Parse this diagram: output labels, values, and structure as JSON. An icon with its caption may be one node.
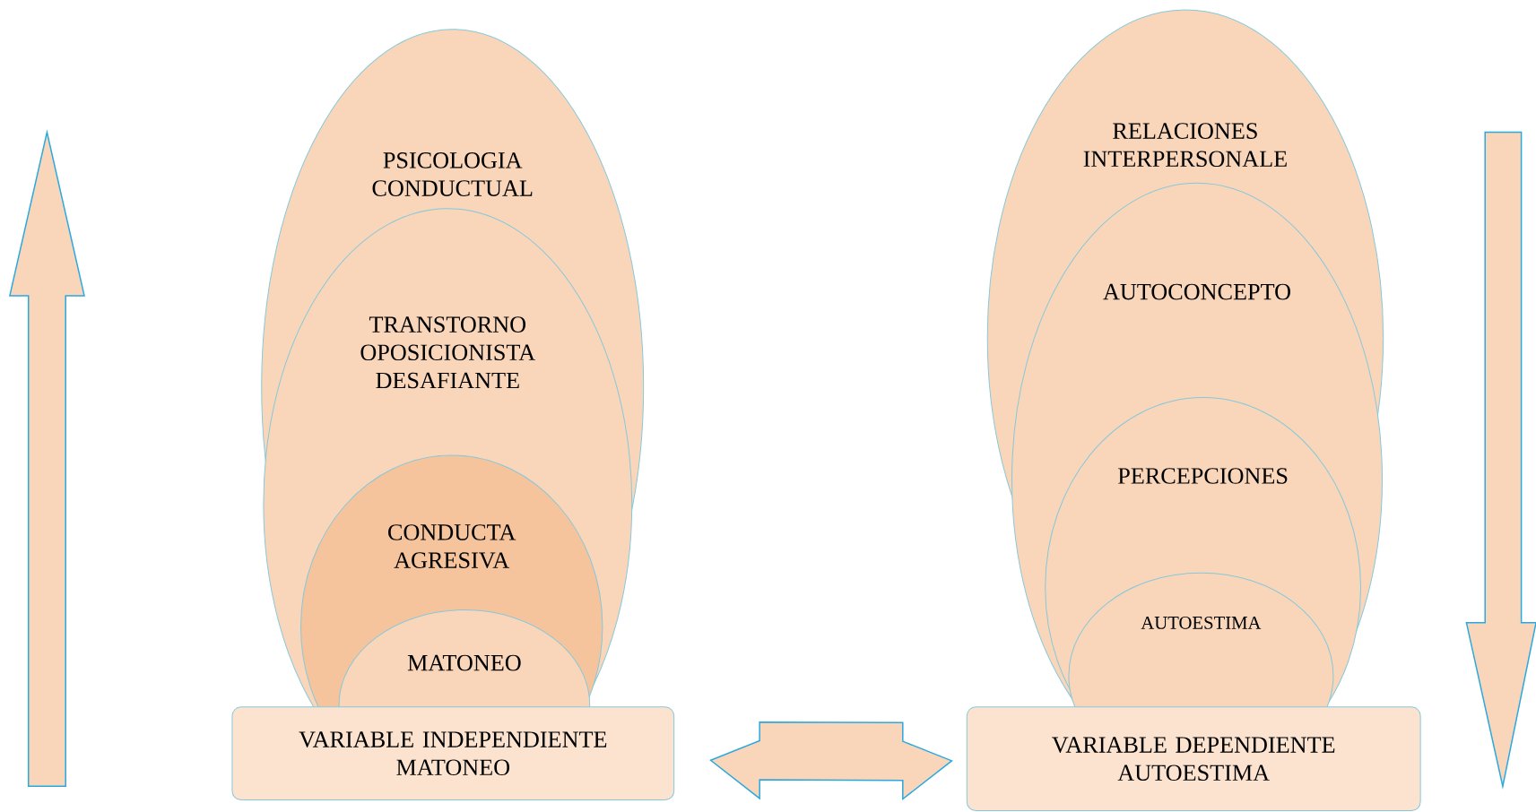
{
  "diagram": {
    "nodes": [
      {
        "text": [
          "PSICOLOGIA CONDUCTUAL"
        ]
      },
      {
        "text": [
          "TRANSTORNO OPOSICIONISTA DESAFIANTE"
        ]
      },
      {
        "text": [
          "CONDUCTA AGRESIVA"
        ],
        "in": 1
      },
      {
        "text": [
          "MATONEO"
        ],
        "in": 2
      },
      {
        "text": [
          "VARIABLE INDEPENDIENTE MATONEO"
        ]
      },
      {
        "text": [
          "RELACIONES INTERPERSONALE"
        ]
      },
      {
        "text": [
          "AUTOCONCEPTO"
        ]
      },
      {
        "text": [
          "PERCEPCIONES"
        ],
        "in": 6
      },
      {
        "text": [
          "AUTOESTIMA"
        ],
        "in": 7
      },
      {
        "text": [
          "VARIABLE DEPENDIENTE AUTOESTIMA"
        ]
      }
    ],
    "edges": [
      {
        "from": 4,
        "to": 9,
        "arrow": "both"
      }
    ]
  }
}
